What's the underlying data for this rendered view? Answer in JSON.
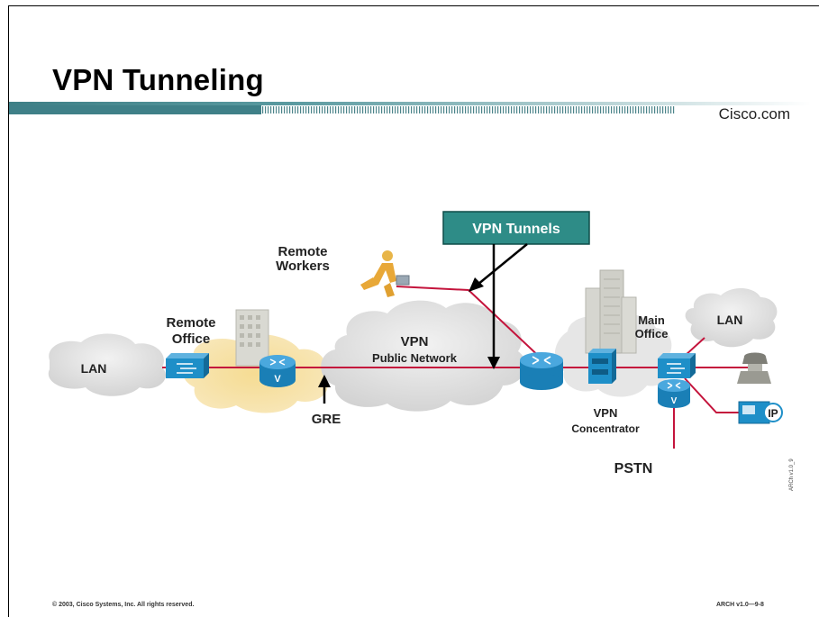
{
  "slide": {
    "title": "VPN Tunneling",
    "brand": "Cisco.com",
    "footer_left": "© 2003, Cisco Systems, Inc. All rights reserved.",
    "footer_right": "ARCH v1.0—9-8"
  },
  "diagram": {
    "callout": "VPN Tunnels",
    "remote_workers": [
      "Remote",
      "Workers"
    ],
    "remote_office": [
      "Remote",
      "Office"
    ],
    "lan_left": "LAN",
    "vpn_cloud": [
      "VPN",
      "Public Network"
    ],
    "gre": "GRE",
    "main_office": [
      "Main",
      "Office"
    ],
    "lan_right": "LAN",
    "vpn_concentrator": [
      "VPN",
      "Concentrator"
    ],
    "pstn": "PSTN",
    "router_v": "V",
    "ip_label": "IP",
    "side_code": "ARCh v1.0_9"
  },
  "colors": {
    "teal": "#2e8c87",
    "link_red": "#c4143c",
    "device_blue": "#1e8fc8",
    "cloud_gray": "#dcdcdc",
    "office_glow": "#f3d78a"
  }
}
